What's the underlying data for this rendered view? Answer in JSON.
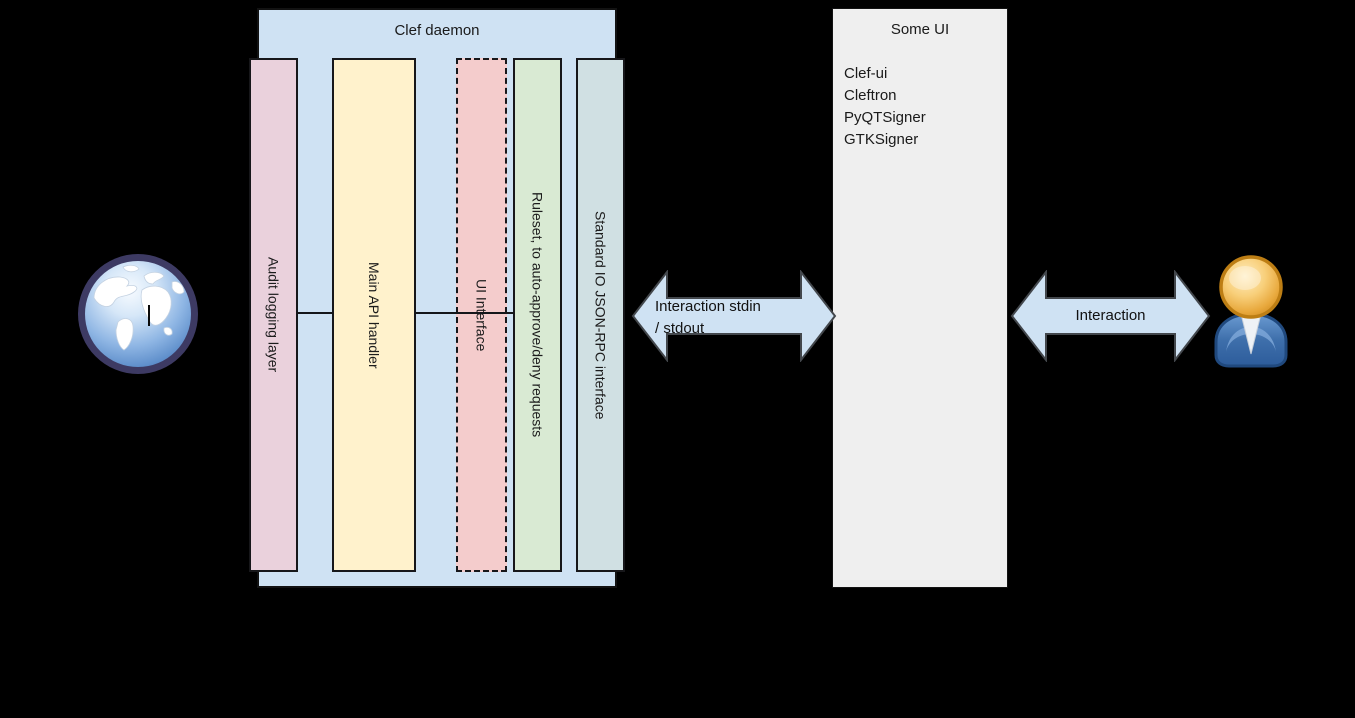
{
  "diagram": {
    "background_color": "#000000",
    "clef_box": {
      "title": "Clef daemon",
      "fill": "#cfe2f3",
      "bars": [
        {
          "label": "Audit logging layer",
          "fill": "#ead1dc",
          "border_style": "solid"
        },
        {
          "label": "Main API handler",
          "fill": "#fff2cc",
          "border_style": "solid"
        },
        {
          "label": "UI Interface",
          "fill": "#f4cccc",
          "border_style": "dashed"
        },
        {
          "label": "Ruleset, to auto-approve/deny requests",
          "fill": "#d9ead3",
          "border_style": "solid"
        },
        {
          "label": "Standard IO JSON-RPC interface",
          "fill": "#d0e0e3",
          "border_style": "solid"
        }
      ]
    },
    "some_ui_box": {
      "title": "Some UI",
      "fill": "#efefef",
      "items": [
        "Clef-ui",
        "Cleftron",
        "PyQTSigner",
        "GTKSigner"
      ]
    },
    "arrow_left": {
      "line1": "Interaction stdin",
      "line2": "/ stdout",
      "fill": "#cfe2f3",
      "stroke": "#43474c"
    },
    "arrow_right": {
      "label": "Interaction",
      "fill": "#cfe2f3",
      "stroke": "#43474c"
    },
    "icons": {
      "left": "globe-icon",
      "right": "user-icon"
    }
  }
}
